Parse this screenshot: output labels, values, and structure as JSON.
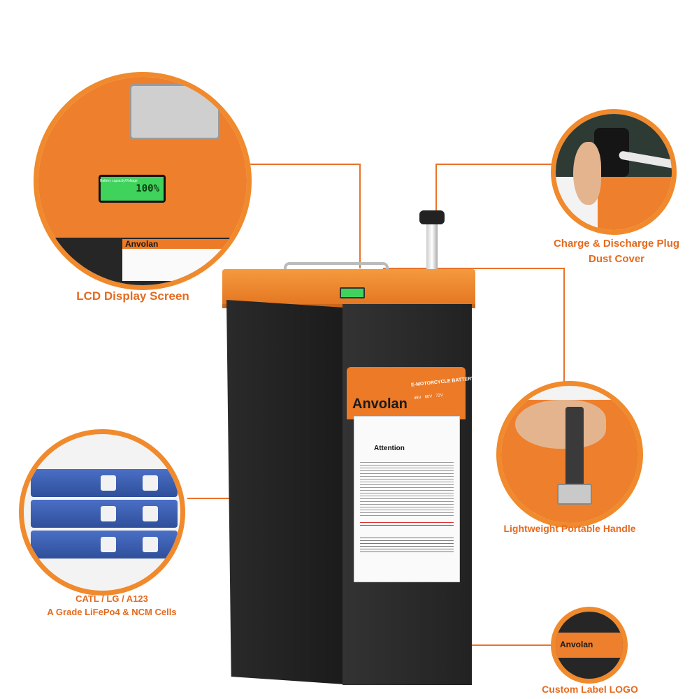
{
  "captions": {
    "lcd": "LCD Display Screen",
    "charge_line1": "Charge & Discharge Plug",
    "charge_line2": "Dust Cover",
    "handle": "Lightweight Portable Handle",
    "cells_line1": "CATL /  LG / A123",
    "cells_line2": "A Grade LiFePo4 & NCM Cells",
    "logo": "Custom Label LOGO"
  },
  "product": {
    "brand": "Anvolan",
    "label_title": "E-MOTORCYCLE BATTERY",
    "voltages": [
      "48V",
      "60V",
      "72V"
    ],
    "attention_heading": "Attention"
  },
  "lcd": {
    "header": "Battery capacity/Voltage",
    "reading": "100%"
  },
  "colors": {
    "accent": "#e56a1e",
    "ring": "#f08a2c",
    "battery_body": "#222222",
    "lcd_green": "#3fd35c"
  }
}
